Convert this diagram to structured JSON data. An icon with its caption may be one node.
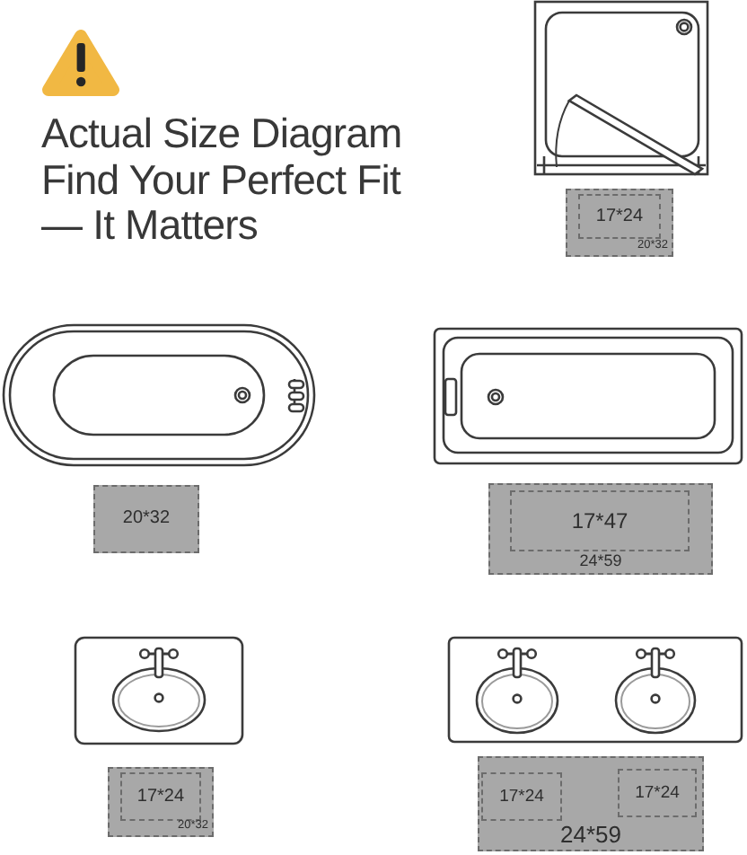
{
  "diagram": {
    "title": "Actual Size Diagram Find Your Perfect Fit — It Matters",
    "nodes": [
      {
        "text": [
          "20*32"
        ]
      },
      {
        "text": [
          "17*24"
        ],
        "in": 0
      },
      {
        "text": [
          "20*32"
        ]
      },
      {
        "text": [
          "24*59"
        ]
      },
      {
        "text": [
          "17*47"
        ],
        "in": 3
      },
      {
        "text": [
          "20*32"
        ]
      },
      {
        "text": [
          "17*24"
        ],
        "in": 5
      },
      {
        "text": [
          "24*59"
        ]
      },
      {
        "text": [
          "17*24"
        ],
        "in": 7
      },
      {
        "text": [
          "17*24"
        ],
        "in": 7
      }
    ]
  }
}
